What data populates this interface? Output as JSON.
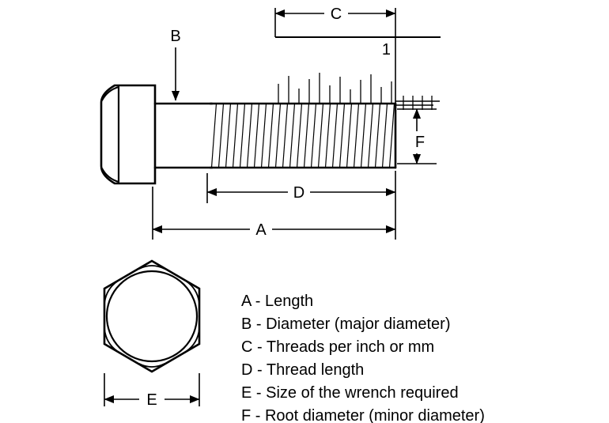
{
  "labels": {
    "a": "A",
    "b": "B",
    "c": "C",
    "d": "D",
    "e": "E",
    "f": "F",
    "one": "1"
  },
  "legend": [
    {
      "text": "A - Length"
    },
    {
      "text": "B - Diameter (major diameter)"
    },
    {
      "text": "C - Threads per inch or mm"
    },
    {
      "text": "D - Thread length"
    },
    {
      "text": "E - Size of the wrench required"
    },
    {
      "text": "F - Root diameter (minor diameter)"
    }
  ],
  "colors": {
    "line": "#000000",
    "background": "#ffffff"
  }
}
